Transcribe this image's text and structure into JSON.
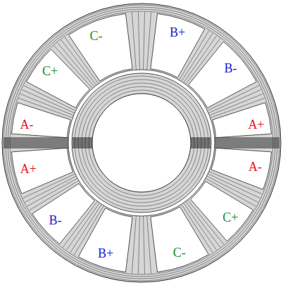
{
  "diagram": {
    "labels": [
      "C-",
      "B+",
      "C+",
      "B-",
      "A-",
      "A+",
      "A+",
      "A-",
      "B-",
      "C+",
      "B+",
      "C-"
    ]
  }
}
